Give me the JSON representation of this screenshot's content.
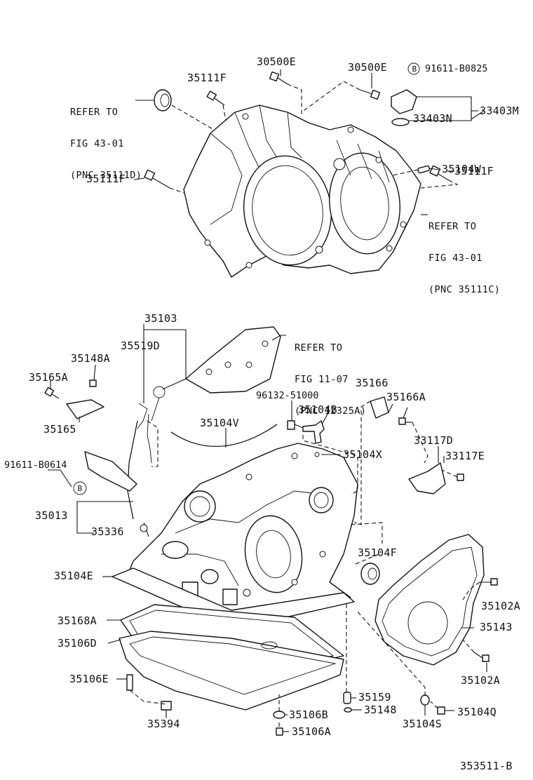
{
  "diagram_code": "353511-B",
  "callouts": {
    "c30500E_a": "30500E",
    "c30500E_b": "30500E",
    "c91611B0825": "91611-B0825",
    "c35111F_top": "35111F",
    "c33403N": "33403N",
    "c33403M": "33403M",
    "c35104W": "35104W",
    "c35111F_left": "35111F",
    "c35111F_right": "35111F",
    "c35103": "35103",
    "c35519D": "35519D",
    "c35148A": "35148A",
    "c35165A": "35165A",
    "c35165": "35165",
    "c96132": "96132-51000",
    "c35104B": "35104B",
    "c35166": "35166",
    "c35166A": "35166A",
    "c35104V": "35104V",
    "c33117D": "33117D",
    "c33117E": "33117E",
    "c35104X": "35104X",
    "c91611B0614": "91611-B0614",
    "c35013": "35013",
    "c35336": "35336",
    "c35104F": "35104F",
    "c35104E": "35104E",
    "c35102A_top": "35102A",
    "c35168A": "35168A",
    "c35143": "35143",
    "c35106D": "35106D",
    "c35102A_bot": "35102A",
    "c35106E": "35106E",
    "c35159": "35159",
    "c35148": "35148",
    "c35104Q": "35104Q",
    "c35394": "35394",
    "c35106B": "35106B",
    "c35104S": "35104S",
    "c35106A": "35106A",
    "bullet_b": "B"
  },
  "references": {
    "ref_left": {
      "line1": "REFER TO",
      "line2": "FIG 43-01",
      "line3": "(PNC 35111D)"
    },
    "ref_right": {
      "line1": "REFER TO",
      "line2": "FIG 43-01",
      "line3": "(PNC 35111C)"
    },
    "ref_bracket": {
      "line1": "REFER TO",
      "line2": "FIG 11-07",
      "line3": "(PNC 12325A)"
    }
  }
}
